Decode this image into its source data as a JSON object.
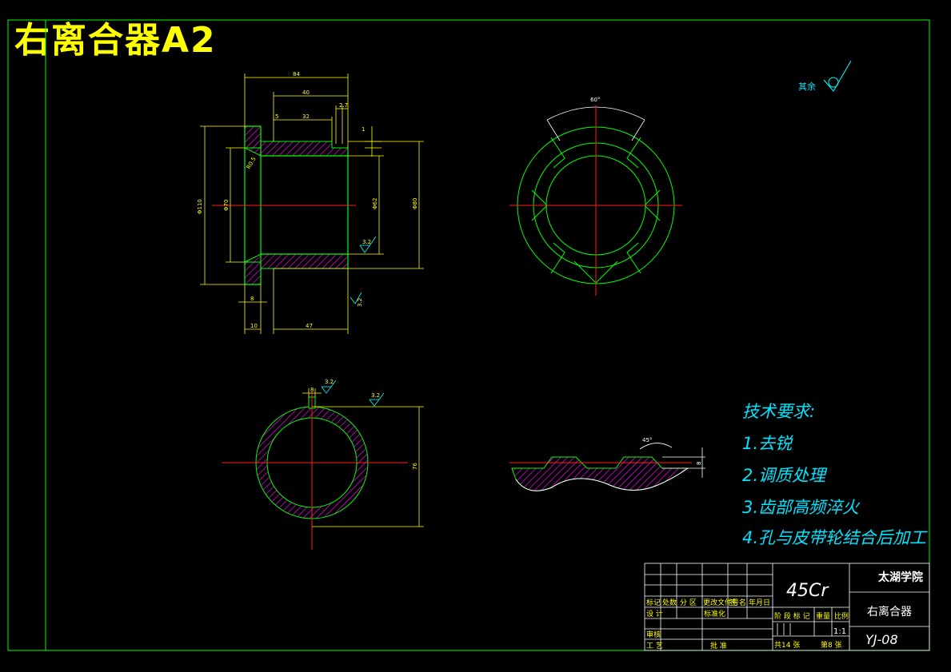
{
  "title": "右离合器A2",
  "surface_note": "其余",
  "tech_requirements": {
    "heading": "技术要求:",
    "items": [
      "1.去锐",
      "2.调质处理",
      "3.齿部高频淬火",
      "4.孔与皮带轮结合后加工"
    ]
  },
  "dimensions": {
    "d84": "84",
    "d40": "40",
    "d27": "2.7",
    "d5": "5",
    "d32": "32",
    "d1": "1",
    "dphi110": "Φ110",
    "dphi70": "Φ70",
    "dphi62": "Φ62",
    "dphi80": "Φ80",
    "dr05": "R0.5",
    "d8": "8",
    "d10": "10",
    "d47": "47",
    "ra32a": "3.2",
    "ra32b": "3.2",
    "ra32c": "3.2",
    "ra32d": "3.2",
    "angle60": "60°",
    "angle45": "45°",
    "d8b": "8",
    "d76": "76",
    "d8c": "8"
  },
  "title_block": {
    "material": "45Cr",
    "school": "太湖学院",
    "part_name": "右离合器",
    "drawing_no": "YJ-08",
    "scale": "1:1",
    "header_row": [
      "标记",
      "处数",
      "分 区",
      "更改文件号",
      "签 名",
      "年月日"
    ],
    "design_row": [
      "设 计",
      "",
      "标准化",
      ""
    ],
    "stage_labels": [
      "阶 段 标 记",
      "重量",
      "比例"
    ],
    "review": "审核",
    "process": "工 艺",
    "approve": "批 准",
    "sheets_total": "共14 张",
    "sheet_no": "第8 张"
  }
}
